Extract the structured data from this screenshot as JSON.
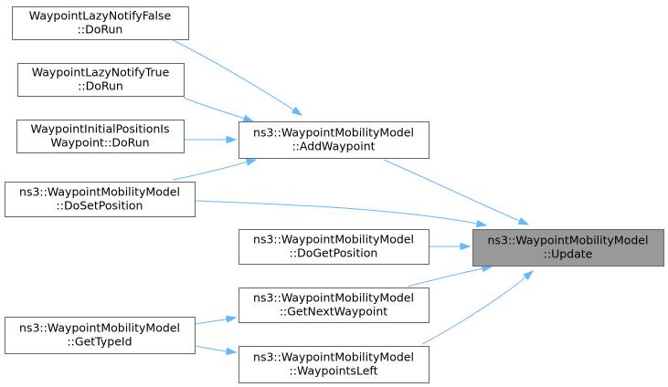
{
  "graph": {
    "nodes": [
      {
        "id": "n_lazy_false",
        "lines": [
          "WaypointLazyNotifyFalse",
          "::DoRun"
        ],
        "highlight": false
      },
      {
        "id": "n_lazy_true",
        "lines": [
          "WaypointLazyNotifyTrue",
          "::DoRun"
        ],
        "highlight": false
      },
      {
        "id": "n_initial_pos",
        "lines": [
          "WaypointInitialPositionIs",
          "Waypoint::DoRun"
        ],
        "highlight": false
      },
      {
        "id": "n_dosetposition",
        "lines": [
          "ns3::WaypointMobilityModel",
          "::DoSetPosition"
        ],
        "highlight": false
      },
      {
        "id": "n_gettypeid",
        "lines": [
          "ns3::WaypointMobilityModel",
          "::GetTypeId"
        ],
        "highlight": false
      },
      {
        "id": "n_addwaypoint",
        "lines": [
          "ns3::WaypointMobilityModel",
          "::AddWaypoint"
        ],
        "highlight": false
      },
      {
        "id": "n_dogetposition",
        "lines": [
          "ns3::WaypointMobilityModel",
          "::DoGetPosition"
        ],
        "highlight": false
      },
      {
        "id": "n_getnextwaypoint",
        "lines": [
          "ns3::WaypointMobilityModel",
          "::GetNextWaypoint"
        ],
        "highlight": false
      },
      {
        "id": "n_waypointsleft",
        "lines": [
          "ns3::WaypointMobilityModel",
          "::WaypointsLeft"
        ],
        "highlight": false
      },
      {
        "id": "n_update",
        "lines": [
          "ns3::WaypointMobilityModel",
          "::Update"
        ],
        "highlight": true
      }
    ],
    "edges": [
      {
        "from": "n_lazy_false",
        "to": "n_addwaypoint"
      },
      {
        "from": "n_lazy_true",
        "to": "n_addwaypoint"
      },
      {
        "from": "n_initial_pos",
        "to": "n_addwaypoint"
      },
      {
        "from": "n_dosetposition",
        "to": "n_addwaypoint"
      },
      {
        "from": "n_dosetposition",
        "to": "n_update"
      },
      {
        "from": "n_addwaypoint",
        "to": "n_update"
      },
      {
        "from": "n_dogetposition",
        "to": "n_update"
      },
      {
        "from": "n_getnextwaypoint",
        "to": "n_update"
      },
      {
        "from": "n_waypointsleft",
        "to": "n_update"
      },
      {
        "from": "n_gettypeid",
        "to": "n_getnextwaypoint"
      },
      {
        "from": "n_gettypeid",
        "to": "n_waypointsleft"
      }
    ],
    "colors": {
      "edge": "#63b8ff",
      "node_border": "#666666",
      "highlight_fill": "#999999"
    }
  }
}
